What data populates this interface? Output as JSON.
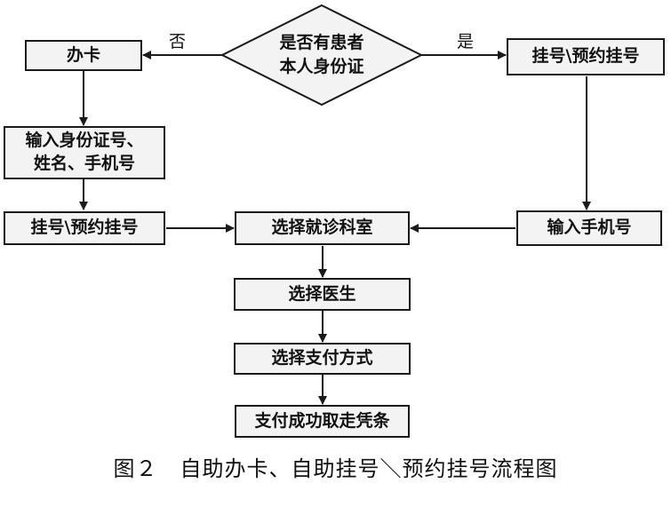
{
  "decision": {
    "text": "是否有患者\n本人身份证",
    "no_label": "否",
    "yes_label": "是"
  },
  "nodes": {
    "apply_card": "办卡",
    "enter_info": "输入身份证号、\n姓名、手机号",
    "register_left": "挂号\\预约挂号",
    "register_right": "挂号\\预约挂号",
    "enter_phone": "输入手机号",
    "select_dept": "选择就诊科室",
    "select_doctor": "选择医生",
    "select_payment": "选择支付方式",
    "pay_success": "支付成功取走凭条"
  },
  "caption": "图２　自助办卡、自助挂号＼预约挂号流程图"
}
